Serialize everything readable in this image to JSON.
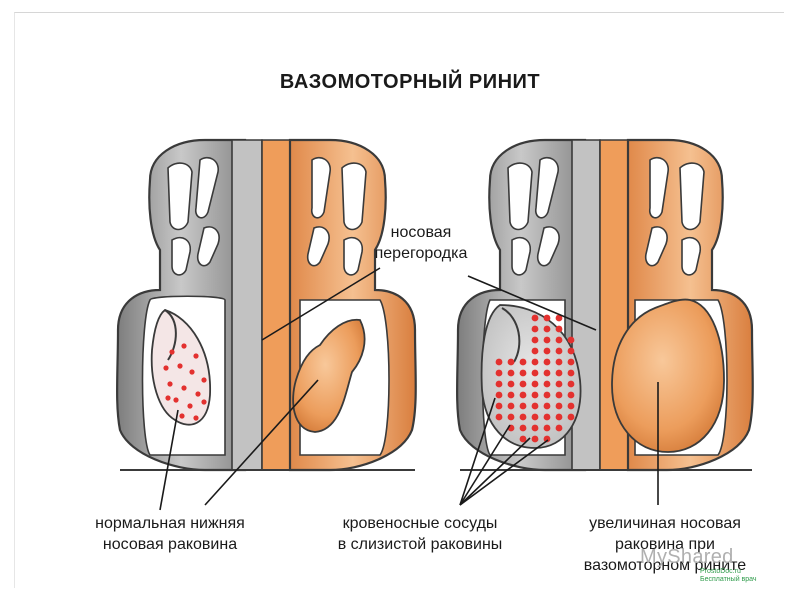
{
  "title": "ВАЗОМОТОРНЫЙ РИНИТ",
  "labels": {
    "septum": [
      "носовая",
      "перегородка"
    ],
    "normal_turbinate": [
      "нормальная нижняя",
      "носовая раковина"
    ],
    "vessels": [
      "кровеносные сосуды",
      "в слизистой раковины"
    ],
    "enlarged_turbinate": [
      "увеличиная носовая",
      "раковина при",
      "вазомоторном рините"
    ]
  },
  "watermarks": {
    "myshared": "MyShared",
    "doc_site_line1": "ProstoDoc.ru",
    "doc_site_line2": "Бесплатный врач"
  },
  "colors": {
    "bone_gray": "#9b9b9b",
    "bone_gray_light": "#c9c9c9",
    "tissue_orange": "#e99a58",
    "tissue_orange_light": "#f6c79c",
    "vessel_red": "#e3312f",
    "mucosa_pink": "#f7e3e3",
    "outline": "#3a3a3a"
  }
}
